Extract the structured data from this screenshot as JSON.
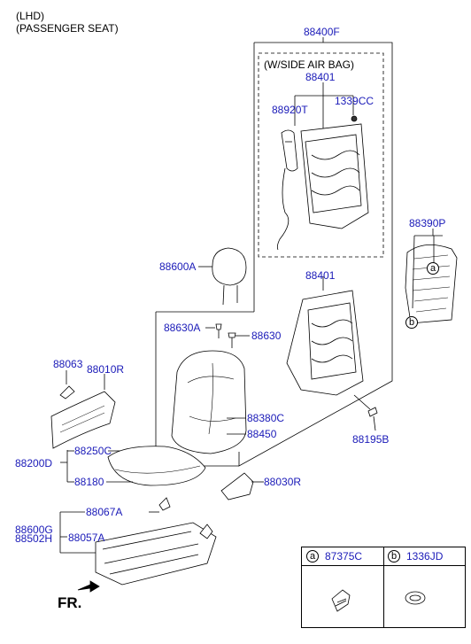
{
  "header": {
    "line1": "(LHD)",
    "line2": "(PASSENGER SEAT)"
  },
  "frame_group": {
    "label": "88400F",
    "airbag_note": "(W/SIDE AIR BAG)"
  },
  "parts": {
    "p88401_top": "88401",
    "p88920T": "88920T",
    "p1339CC": "1339CC",
    "p88390P": "88390P",
    "p88600A": "88600A",
    "p88401_mid": "88401",
    "p88630A": "88630A",
    "p88630": "88630",
    "p88063": "88063",
    "p88010R": "88010R",
    "p88380C": "88380C",
    "p88450": "88450",
    "p88195B": "88195B",
    "p88250C": "88250C",
    "p88200D": "88200D",
    "p88180": "88180",
    "p88030R": "88030R",
    "p88067A": "88067A",
    "p88600G": "88600G",
    "p88502H": "88502H",
    "p88057A": "88057A"
  },
  "callouts": {
    "a": "a",
    "b": "b"
  },
  "legend": {
    "a_letter": "a",
    "a_part": "87375C",
    "b_letter": "b",
    "b_part": "1336JD"
  },
  "direction_label": "FR."
}
